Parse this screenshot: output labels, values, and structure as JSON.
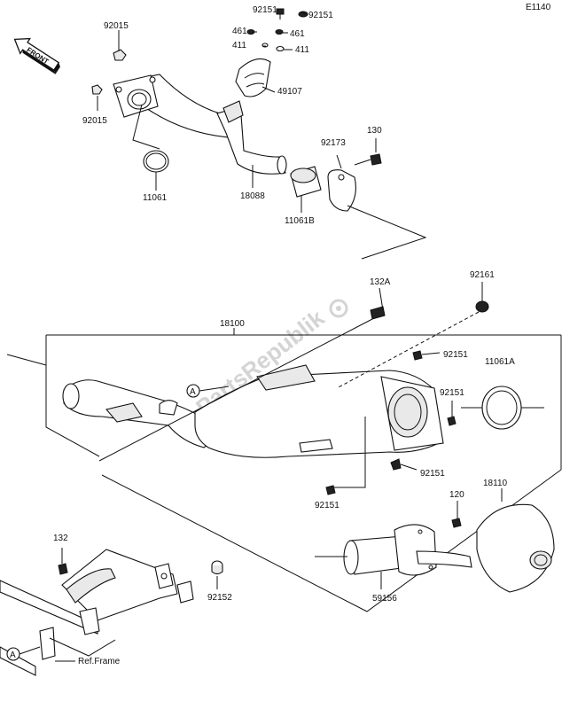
{
  "diagram_code": "E1140",
  "front_label": "FRONT",
  "watermark": "PartsRepublik",
  "ref_a": "A",
  "ref_frame": "Ref.Frame",
  "parts": {
    "p92151_top_left": "92151",
    "p92151_top_right": "92151",
    "p461_left": "461",
    "p461_right": "461",
    "p411_left": "411",
    "p411_right": "411",
    "p49107": "49107",
    "p92015_top": "92015",
    "p92015_left": "92015",
    "p11061": "11061",
    "p18088": "18088",
    "p11061b": "11061B",
    "p92173": "92173",
    "p130": "130",
    "p132a": "132A",
    "p92161": "92161",
    "p18100": "18100",
    "p92151_a": "92151",
    "p11061a": "11061A",
    "p92151_b": "92151",
    "p92151_c": "92151",
    "p92151_d": "92151",
    "p120": "120",
    "p18110": "18110",
    "p59156": "59156",
    "p132": "132",
    "p92152": "92152"
  }
}
